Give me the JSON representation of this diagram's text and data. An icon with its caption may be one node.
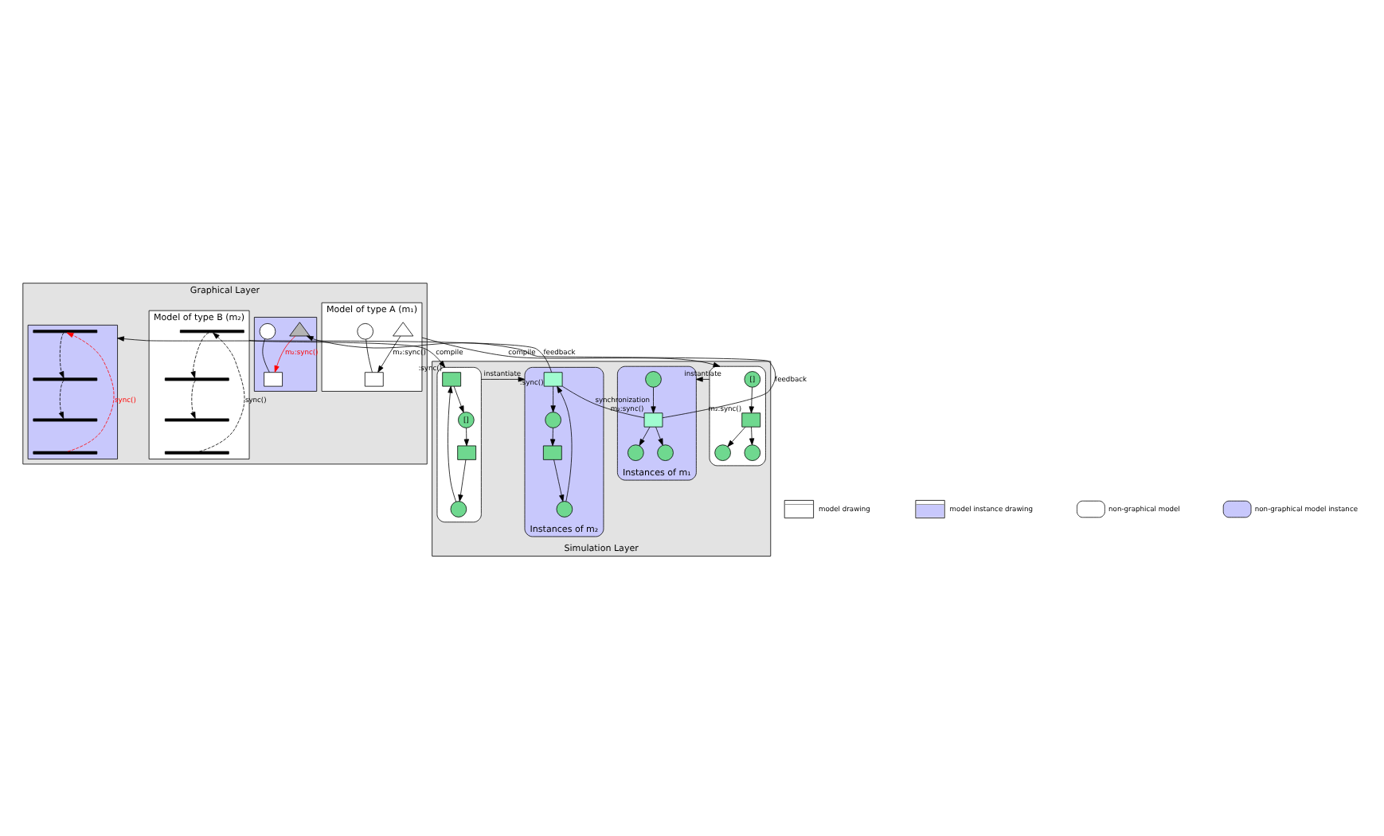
{
  "diagram": {
    "nodes": [
      {
        "text": [
          "Graphical Layer"
        ]
      },
      {
        "text": [
          "Model of type A (m₁)"
        ],
        "in": 0
      },
      {
        "text": [],
        "shape": "triangle",
        "in": 1
      },
      {
        "text": [],
        "shape": "circle",
        "in": 1
      },
      {
        "text": [],
        "shape": "box",
        "in": 1
      },
      {
        "text": [],
        "shape": "window",
        "in": 0
      },
      {
        "text": [],
        "shape": "triangle",
        "in": 5
      },
      {
        "text": [],
        "shape": "circle",
        "in": 5
      },
      {
        "text": [],
        "shape": "box",
        "in": 5
      },
      {
        "text": [],
        "shape": "window",
        "in": 0
      },
      {
        "text": [],
        "shape": "bar",
        "in": 9
      },
      {
        "text": [],
        "shape": "bar",
        "in": 9
      },
      {
        "text": [],
        "shape": "bar",
        "in": 9
      },
      {
        "text": [],
        "shape": "bar",
        "in": 9
      },
      {
        "text": [
          "Model of type B (m₂)"
        ],
        "in": 0
      },
      {
        "text": [],
        "shape": "bar",
        "in": 14
      },
      {
        "text": [],
        "shape": "bar",
        "in": 14
      },
      {
        "text": [],
        "shape": "bar",
        "in": 14
      },
      {
        "text": [],
        "shape": "bar",
        "in": 14
      },
      {
        "text": [
          "Simulation Layer"
        ]
      },
      {
        "text": [],
        "shape": "box",
        "in": 19
      },
      {
        "text": [
          "[]"
        ],
        "in": 20
      },
      {
        "text": [],
        "shape": "box",
        "beside": [
          "m₂:sync()"
        ],
        "in": 20
      },
      {
        "text": [],
        "shape": "circle",
        "in": 20
      },
      {
        "text": [],
        "shape": "circle",
        "in": 20
      },
      {
        "text": [
          "Instances of m₁"
        ],
        "in": 19
      },
      {
        "text": [],
        "shape": "circle",
        "in": 25
      },
      {
        "text": [],
        "shape": "box",
        "beside": [
          "m₂:sync()"
        ],
        "in": 25
      },
      {
        "text": [],
        "shape": "circle",
        "in": 25
      },
      {
        "text": [],
        "shape": "circle",
        "in": 25
      },
      {
        "text": [
          "Instances of m₂"
        ],
        "in": 19
      },
      {
        "text": [],
        "shape": "box",
        "beside": [
          ":sync()"
        ],
        "in": 30
      },
      {
        "text": [],
        "shape": "circle",
        "in": 30
      },
      {
        "text": [],
        "shape": "circle",
        "in": 30
      },
      {
        "text": [],
        "shape": "box",
        "in": 30
      },
      {
        "text": [],
        "shape": "box",
        "in": 19
      },
      {
        "text": [],
        "shape": "box",
        "beside": [
          ":sync()"
        ],
        "in": 35
      },
      {
        "text": [],
        "shape": "circle",
        "in": 35
      },
      {
        "text": [
          "[]"
        ],
        "in": 35
      },
      {
        "text": [],
        "shape": "box",
        "in": 35
      }
    ],
    "edges": [
      {
        "from": 2,
        "to": 4,
        "arrow": "to",
        "label": "m₂:sync()"
      },
      {
        "from": 3,
        "to": 4,
        "arrow": "none"
      },
      {
        "from": 6,
        "to": 8,
        "arrow": "to",
        "label": "m₂:sync()",
        "color": "#ff0000"
      },
      {
        "from": 7,
        "to": 8,
        "arrow": "none"
      },
      {
        "from": 10,
        "to": 11,
        "arrow": "to",
        "style": "dashed"
      },
      {
        "from": 11,
        "to": 12,
        "arrow": "to",
        "style": "dashed"
      },
      {
        "from": 13,
        "to": 10,
        "arrow": "to",
        "style": "dashed",
        "color": "#ff0000",
        "label": "sync()"
      },
      {
        "from": 15,
        "to": 16,
        "arrow": "to",
        "style": "dashed"
      },
      {
        "from": 16,
        "to": 17,
        "arrow": "to",
        "style": "dashed"
      },
      {
        "from": 18,
        "to": 15,
        "arrow": "to",
        "style": "dashed",
        "label": "sync()"
      },
      {
        "from": 21,
        "to": 22,
        "arrow": "to"
      },
      {
        "from": 22,
        "to": 23,
        "arrow": "to"
      },
      {
        "from": 22,
        "to": 24,
        "arrow": "to"
      },
      {
        "from": 26,
        "to": 27,
        "arrow": "to"
      },
      {
        "from": 27,
        "to": 28,
        "arrow": "to"
      },
      {
        "from": 27,
        "to": 29,
        "arrow": "to"
      },
      {
        "from": 31,
        "to": 33,
        "arrow": "to"
      },
      {
        "from": 33,
        "to": 34,
        "arrow": "to"
      },
      {
        "from": 34,
        "to": 32,
        "arrow": "to"
      },
      {
        "from": 32,
        "to": 31,
        "arrow": "to"
      },
      {
        "from": 37,
        "to": 36,
        "arrow": "to"
      },
      {
        "from": 36,
        "to": 38,
        "arrow": "to"
      },
      {
        "from": 38,
        "to": 39,
        "arrow": "to"
      },
      {
        "from": 39,
        "to": 37,
        "arrow": "to"
      },
      {
        "from": 1,
        "to": 20,
        "arrow": "to",
        "label": "compile"
      },
      {
        "from": 14,
        "to": 35,
        "arrow": "to",
        "label": "compile"
      },
      {
        "from": 27,
        "to": 6,
        "arrow": "to",
        "label": "feedback"
      },
      {
        "from": 31,
        "to": 9,
        "arrow": "to",
        "label": "feedback"
      },
      {
        "from": 27,
        "to": 31,
        "arrow": "none",
        "label": "synchronization"
      },
      {
        "from": 20,
        "to": 25,
        "arrow": "to",
        "label": "instantiate"
      },
      {
        "from": 35,
        "to": 30,
        "arrow": "to",
        "label": "instantiate"
      }
    ],
    "legend": [
      {
        "text": "model drawing"
      },
      {
        "text": "model instance drawing"
      },
      {
        "text": "non-graphical model",
        "color": "#ffffff"
      },
      {
        "text": "non-graphical model instance",
        "color": "#c8c8fc"
      }
    ]
  }
}
